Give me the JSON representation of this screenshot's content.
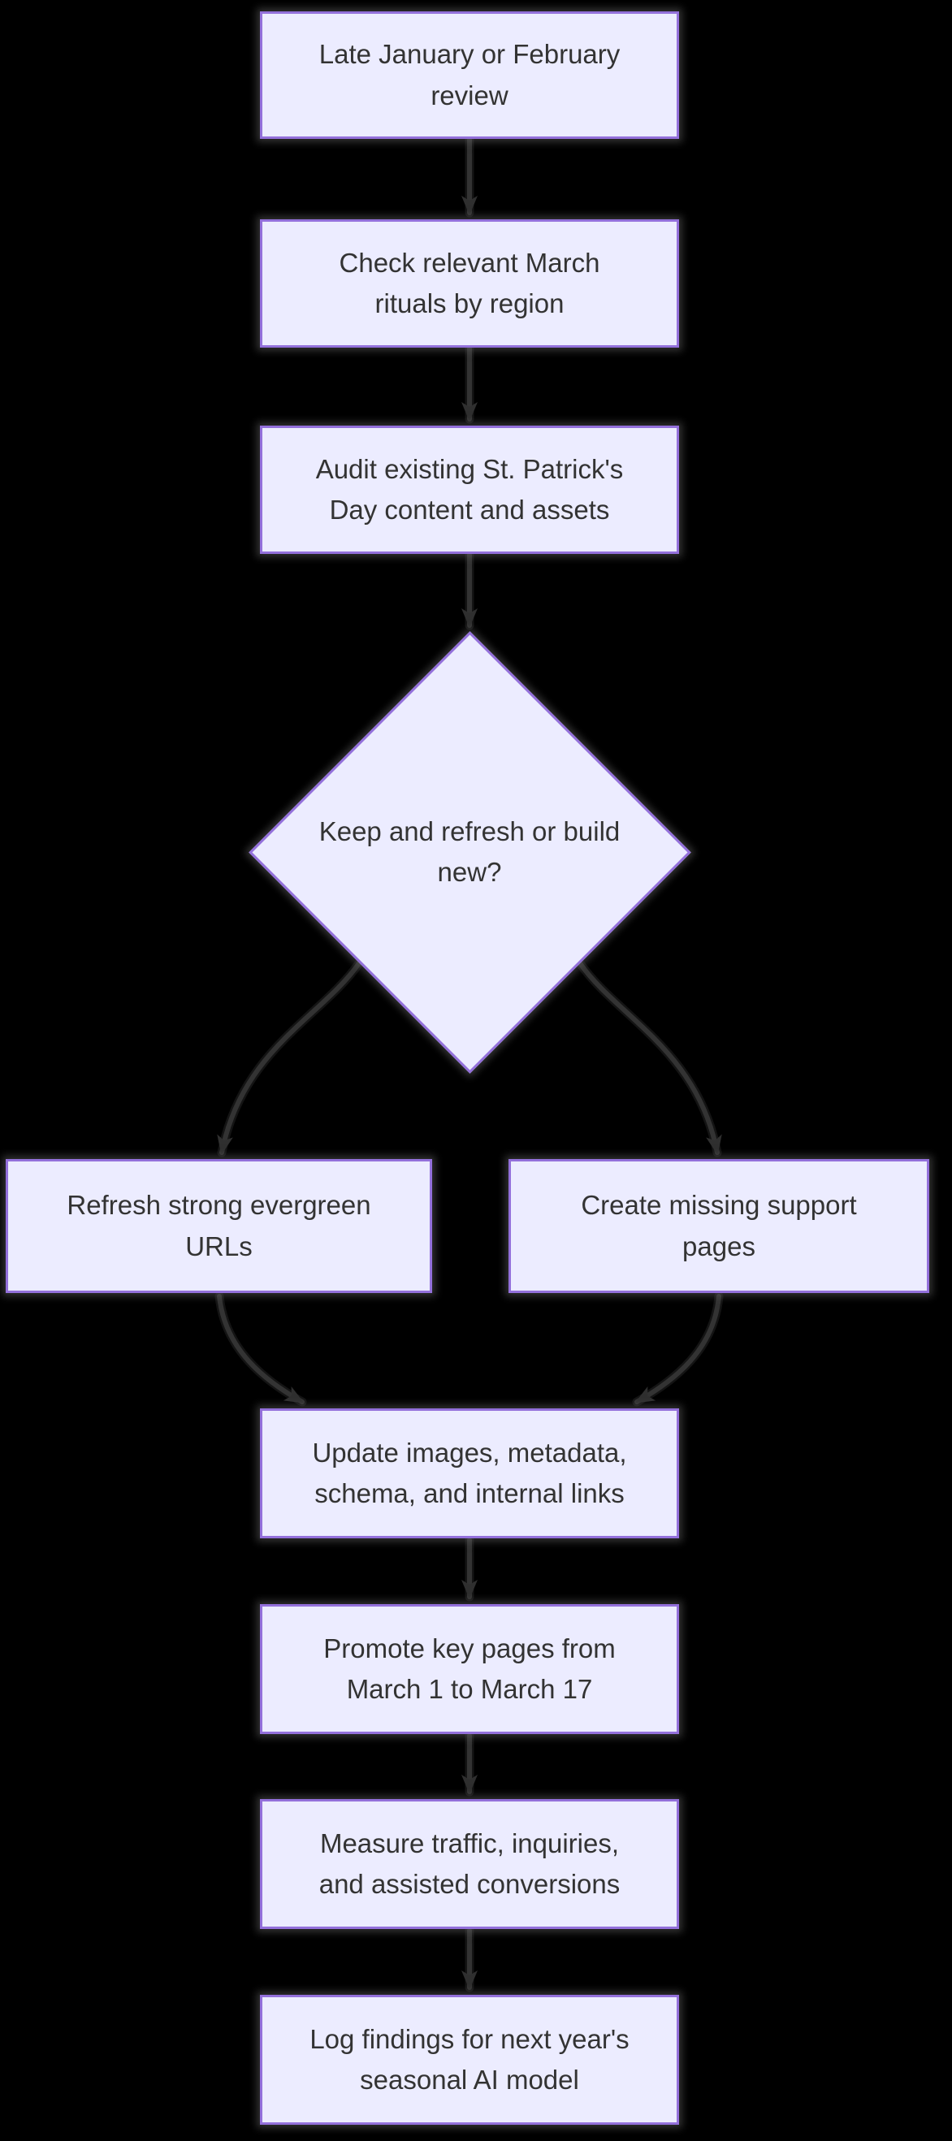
{
  "diagram": {
    "type": "flowchart",
    "direction": "top-down",
    "colors": {
      "background": "#000000",
      "node_fill": "#ECECFF",
      "node_border": "#9370DB",
      "node_text": "#333333",
      "edge": "#333333"
    },
    "nodes": [
      {
        "id": "A",
        "shape": "rect",
        "label": "Late January or February\nreview"
      },
      {
        "id": "B",
        "shape": "rect",
        "label": "Check relevant March\nrituals by region"
      },
      {
        "id": "C",
        "shape": "rect",
        "label": "Audit existing St. Patrick's\nDay content and assets"
      },
      {
        "id": "D",
        "shape": "diamond",
        "label": "Keep and refresh or build\nnew?"
      },
      {
        "id": "E",
        "shape": "rect",
        "label": "Refresh strong evergreen\nURLs"
      },
      {
        "id": "F",
        "shape": "rect",
        "label": "Create missing support\npages"
      },
      {
        "id": "G",
        "shape": "rect",
        "label": "Update images, metadata,\nschema, and internal links"
      },
      {
        "id": "H",
        "shape": "rect",
        "label": "Promote key pages from\nMarch 1 to March 17"
      },
      {
        "id": "I",
        "shape": "rect",
        "label": "Measure traffic, inquiries,\nand assisted conversions"
      },
      {
        "id": "J",
        "shape": "rect",
        "label": "Log findings for next year's\nseasonal AI model"
      }
    ],
    "edges": [
      {
        "from": "A",
        "to": "B"
      },
      {
        "from": "B",
        "to": "C"
      },
      {
        "from": "C",
        "to": "D"
      },
      {
        "from": "D",
        "to": "E"
      },
      {
        "from": "D",
        "to": "F"
      },
      {
        "from": "E",
        "to": "G"
      },
      {
        "from": "F",
        "to": "G"
      },
      {
        "from": "G",
        "to": "H"
      },
      {
        "from": "H",
        "to": "I"
      },
      {
        "from": "I",
        "to": "J"
      }
    ]
  }
}
